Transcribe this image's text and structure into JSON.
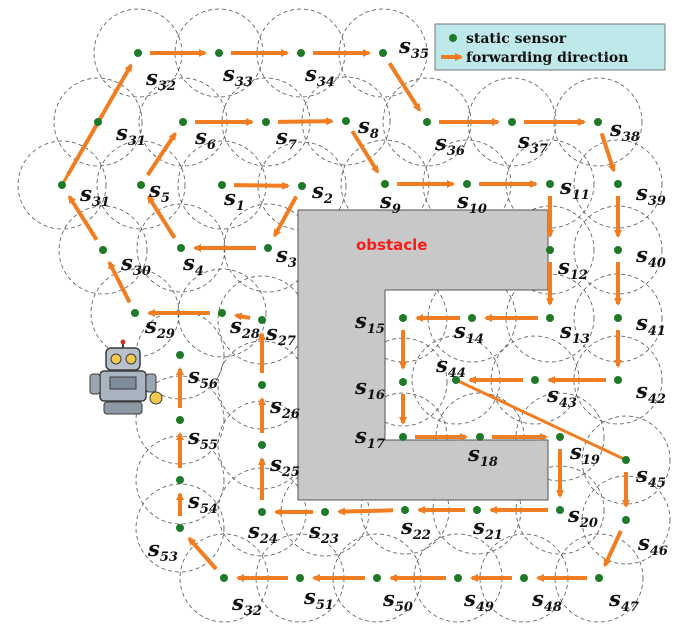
{
  "legend": {
    "static_sensor": "static sensor",
    "forwarding_direction": "forwarding direction"
  },
  "obstacle_label": "obstacle",
  "colors": {
    "sensor": "#1e7a28",
    "arrow": "#f07d22",
    "obstacle_fill": "#c8c8c8",
    "obstacle_text": "#ff1a1a",
    "legend_bg": "#bfe8ea",
    "circle_stroke": "#555555"
  },
  "robot_icon": "robot-icon",
  "nodes": [
    {
      "id": "s1",
      "label": "s",
      "sub": "1"
    },
    {
      "id": "s2",
      "label": "s",
      "sub": "2"
    },
    {
      "id": "s3",
      "label": "s",
      "sub": "3"
    },
    {
      "id": "s4",
      "label": "s",
      "sub": "4"
    },
    {
      "id": "s5",
      "label": "s",
      "sub": "5"
    },
    {
      "id": "s6",
      "label": "s",
      "sub": "6"
    },
    {
      "id": "s7",
      "label": "s",
      "sub": "7"
    },
    {
      "id": "s8",
      "label": "s",
      "sub": "8"
    },
    {
      "id": "s9",
      "label": "s",
      "sub": "9"
    },
    {
      "id": "s10",
      "label": "s",
      "sub": "10"
    },
    {
      "id": "s11",
      "label": "s",
      "sub": "11"
    },
    {
      "id": "s12",
      "label": "s",
      "sub": "12"
    },
    {
      "id": "s13",
      "label": "s",
      "sub": "13"
    },
    {
      "id": "s14",
      "label": "s",
      "sub": "14"
    },
    {
      "id": "s15",
      "label": "s",
      "sub": "15"
    },
    {
      "id": "s16",
      "label": "s",
      "sub": "16"
    },
    {
      "id": "s17",
      "label": "s",
      "sub": "17"
    },
    {
      "id": "s18",
      "label": "s",
      "sub": "18"
    },
    {
      "id": "s19",
      "label": "s",
      "sub": "19"
    },
    {
      "id": "s20",
      "label": "s",
      "sub": "20"
    },
    {
      "id": "s21",
      "label": "s",
      "sub": "21"
    },
    {
      "id": "s22",
      "label": "s",
      "sub": "22"
    },
    {
      "id": "s23",
      "label": "s",
      "sub": "23"
    },
    {
      "id": "s24",
      "label": "s",
      "sub": "24"
    },
    {
      "id": "s25",
      "label": "s",
      "sub": "25"
    },
    {
      "id": "s26",
      "label": "s",
      "sub": "26"
    },
    {
      "id": "s27",
      "label": "s",
      "sub": "27"
    },
    {
      "id": "s28",
      "label": "s",
      "sub": "28"
    },
    {
      "id": "s29",
      "label": "s",
      "sub": "29"
    },
    {
      "id": "s30",
      "label": "s",
      "sub": "30"
    },
    {
      "id": "s31b",
      "label": "s",
      "sub": "31"
    },
    {
      "id": "s31a",
      "label": "s",
      "sub": "31"
    },
    {
      "id": "s32a",
      "label": "s",
      "sub": "32"
    },
    {
      "id": "s33",
      "label": "s",
      "sub": "33"
    },
    {
      "id": "s34",
      "label": "s",
      "sub": "34"
    },
    {
      "id": "s35",
      "label": "s",
      "sub": "35"
    },
    {
      "id": "s36",
      "label": "s",
      "sub": "36"
    },
    {
      "id": "s37",
      "label": "s",
      "sub": "37"
    },
    {
      "id": "s38",
      "label": "s",
      "sub": "38"
    },
    {
      "id": "s39",
      "label": "s",
      "sub": "39"
    },
    {
      "id": "s40",
      "label": "s",
      "sub": "40"
    },
    {
      "id": "s41",
      "label": "s",
      "sub": "41"
    },
    {
      "id": "s42",
      "label": "s",
      "sub": "42"
    },
    {
      "id": "s43",
      "label": "s",
      "sub": "43"
    },
    {
      "id": "s44",
      "label": "s",
      "sub": "44"
    },
    {
      "id": "s45",
      "label": "s",
      "sub": "45"
    },
    {
      "id": "s46",
      "label": "s",
      "sub": "46"
    },
    {
      "id": "s47",
      "label": "s",
      "sub": "47"
    },
    {
      "id": "s48",
      "label": "s",
      "sub": "48"
    },
    {
      "id": "s49",
      "label": "s",
      "sub": "49"
    },
    {
      "id": "s50",
      "label": "s",
      "sub": "50"
    },
    {
      "id": "s51",
      "label": "s",
      "sub": "51"
    },
    {
      "id": "s32b",
      "label": "s",
      "sub": "32"
    },
    {
      "id": "s53",
      "label": "s",
      "sub": "53"
    },
    {
      "id": "s54",
      "label": "s",
      "sub": "54"
    },
    {
      "id": "s55",
      "label": "s",
      "sub": "55"
    },
    {
      "id": "s56",
      "label": "s",
      "sub": "56"
    }
  ],
  "arrows": [
    [
      "s1",
      "s2"
    ],
    [
      "s2",
      "s3"
    ],
    [
      "s3",
      "s4"
    ],
    [
      "s4",
      "s5"
    ],
    [
      "s5",
      "s6"
    ],
    [
      "s6",
      "s7"
    ],
    [
      "s7",
      "s8"
    ],
    [
      "s8",
      "s9"
    ],
    [
      "s9",
      "s10"
    ],
    [
      "s10",
      "s11"
    ],
    [
      "s11",
      "s12"
    ],
    [
      "s12",
      "s13"
    ],
    [
      "s13",
      "s14"
    ],
    [
      "s14",
      "s15"
    ],
    [
      "s15",
      "s16"
    ],
    [
      "s16",
      "s17"
    ],
    [
      "s17",
      "s18"
    ],
    [
      "s18",
      "s19"
    ],
    [
      "s19",
      "s20"
    ],
    [
      "s20",
      "s21"
    ],
    [
      "s21",
      "s22"
    ],
    [
      "s22",
      "s23"
    ],
    [
      "s23",
      "s24"
    ],
    [
      "s24",
      "s25"
    ],
    [
      "s25",
      "s26"
    ],
    [
      "s26",
      "s27"
    ],
    [
      "s27",
      "s28"
    ],
    [
      "s28",
      "s29"
    ],
    [
      "s29",
      "s30"
    ],
    [
      "s30",
      "s31b"
    ],
    [
      "s31b",
      "s32a"
    ],
    [
      "s32a",
      "s33"
    ],
    [
      "s33",
      "s34"
    ],
    [
      "s34",
      "s35"
    ],
    [
      "s35",
      "s36"
    ],
    [
      "s36",
      "s37"
    ],
    [
      "s37",
      "s38"
    ],
    [
      "s38",
      "s39"
    ],
    [
      "s39",
      "s40"
    ],
    [
      "s40",
      "s41"
    ],
    [
      "s41",
      "s42"
    ],
    [
      "s42",
      "s43"
    ],
    [
      "s43",
      "s44"
    ],
    [
      "s45",
      "s46"
    ],
    [
      "s46",
      "s47"
    ],
    [
      "s47",
      "s48"
    ],
    [
      "s48",
      "s49"
    ],
    [
      "s49",
      "s50"
    ],
    [
      "s50",
      "s51"
    ],
    [
      "s51",
      "s32b"
    ],
    [
      "s32b",
      "s53"
    ],
    [
      "s53",
      "s54"
    ],
    [
      "s54",
      "s55"
    ],
    [
      "s55",
      "s56"
    ]
  ],
  "plain_links": [
    [
      "s44",
      "s45"
    ],
    [
      "s31a",
      "s31b"
    ]
  ]
}
